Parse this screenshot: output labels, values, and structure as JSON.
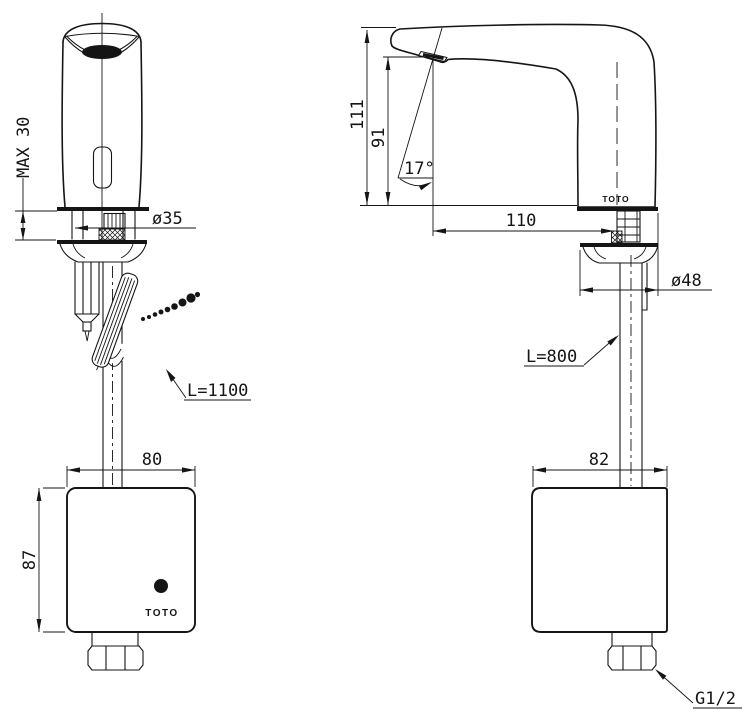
{
  "front_view": {
    "dim_max_deck": "MAX 30",
    "dim_shank_dia": "ø35",
    "hose_length_label": "L=1100",
    "dim_box_width": "80",
    "dim_box_height": "87",
    "brand": "TOTO"
  },
  "side_view": {
    "dim_total_height": "111",
    "dim_outlet_height": "91",
    "dim_angle": "17°",
    "dim_reach": "110",
    "dim_flange_dia": "ø48",
    "pipe_length_label": "L=800",
    "dim_box_width": "82",
    "brand": "TOTO",
    "thread_label": "G1/2"
  },
  "colors": {
    "line": "#151515",
    "background": "#ffffff"
  }
}
